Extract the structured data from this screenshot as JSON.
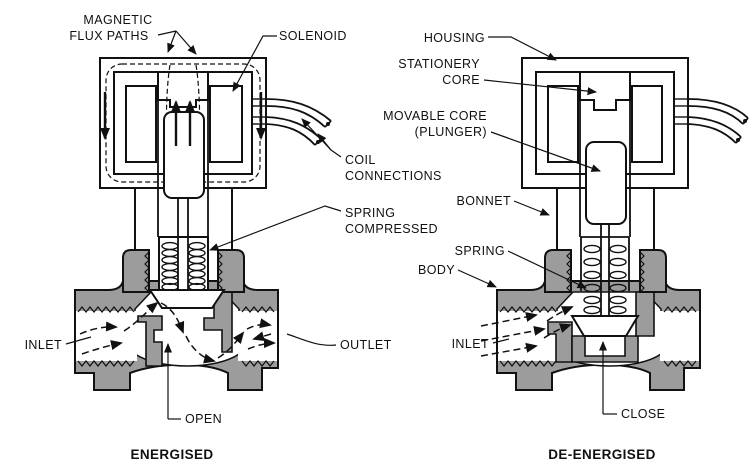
{
  "left": {
    "caption": "ENERGISED",
    "labels": {
      "magnetic_line1": "MAGNETIC",
      "magnetic_line2": "FLUX PATHS",
      "solenoid": "SOLENOID",
      "coil_line1": "COIL",
      "coil_line2": "CONNECTIONS",
      "spring_line1": "SPRING",
      "spring_line2": "COMPRESSED",
      "inlet": "INLET",
      "outlet": "OUTLET",
      "open": "OPEN"
    }
  },
  "right": {
    "caption": "DE-ENERGISED",
    "labels": {
      "housing": "HOUSING",
      "stationery_line1": "STATIONERY",
      "stationery_line2": "CORE",
      "movable_line1": "MOVABLE CORE",
      "movable_line2": "(PLUNGER)",
      "bonnet": "BONNET",
      "spring": "SPRING",
      "body": "BODY",
      "inlet": "INLET",
      "close": "CLOSE"
    }
  },
  "colors": {
    "line": "#111111",
    "body_fill": "#9c9c9c",
    "background": "#ffffff"
  }
}
